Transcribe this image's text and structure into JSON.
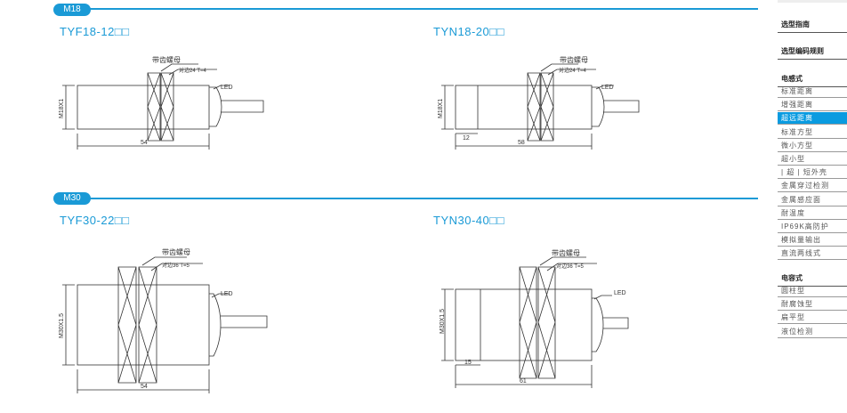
{
  "sections": [
    {
      "tag": "M18",
      "items": [
        {
          "title": "TYF18-12□□",
          "nut": "带齿螺母",
          "spec": "对边24 T=4",
          "led": "LED",
          "thread": "M18X1",
          "length": "54"
        },
        {
          "title": "TYN18-20□□",
          "nut": "带齿螺母",
          "spec": "对边24 T=4",
          "led": "LED",
          "thread": "M18X1",
          "length": "58",
          "front": "12"
        }
      ]
    },
    {
      "tag": "M30",
      "items": [
        {
          "title": "TYF30-22□□",
          "nut": "带齿螺母",
          "spec": "对边36 T=5",
          "led": "LED",
          "thread": "M30X1.5",
          "length": "54"
        },
        {
          "title": "TYN30-40□□",
          "nut": "带齿螺母",
          "spec": "对边36 T=5",
          "led": "LED",
          "thread": "M30X1.5",
          "length": "61",
          "front": "15"
        }
      ]
    }
  ],
  "sidebar": {
    "guide": "选型指南",
    "code": "选型编码规则",
    "inductive": {
      "label": "电感式",
      "items": [
        "标准距离",
        "增强距离",
        "超远距离",
        "标准方型",
        "微小方型",
        "超小型",
        "| 超 | 短外壳",
        "金属穿过检测",
        "金属感应面",
        "耐温度",
        "IP69K高防护",
        "模拟量输出",
        "直流两线式"
      ],
      "active": 2
    },
    "capacitive": {
      "label": "电容式",
      "items": [
        "圆柱型",
        "耐腐蚀型",
        "扁平型",
        "液位检测"
      ]
    }
  },
  "colors": {
    "accent": "#1a9ad6",
    "active": "#0a9be0"
  }
}
